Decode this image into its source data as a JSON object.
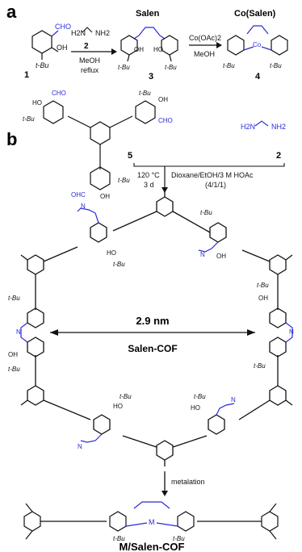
{
  "panels": {
    "a": "a",
    "b": "b"
  },
  "scheme_a": {
    "compound1_number": "1",
    "compound1_cho": "CHO",
    "compound1_oh": "OH",
    "compound1_tbu": "t-Bu",
    "diamine_h2n": "H2N",
    "diamine_nh2": "NH2",
    "reagent_number": "2",
    "solvent": "MeOH",
    "condition": "reflux",
    "salen_title": "Salen",
    "salen_number": "3",
    "salen_oh": "OH",
    "salen_ho": "HO",
    "salen_tbu_left": "t-Bu",
    "salen_tbu_right": "t-Bu",
    "metal_reagent": "Co(OAc)2",
    "metal_solvent": "MeOH",
    "cosalen_title": "Co(Salen)",
    "cosalen_number": "4",
    "cosalen_metal": "Co",
    "cosalen_tbu_left": "t-Bu",
    "cosalen_tbu_right": "t-Bu"
  },
  "scheme_b": {
    "monomer_number": "5",
    "monomer_cho_1": "CHO",
    "monomer_cho_2": "CHO",
    "monomer_cho_3": "OHC",
    "monomer_oh_1": "HO",
    "monomer_oh_2": "OH",
    "monomer_oh_3": "OH",
    "monomer_tbu_1": "t-Bu",
    "monomer_tbu_2": "t-Bu",
    "monomer_tbu_3": "t-Bu",
    "diamine_h2n": "H2N",
    "diamine_nh2": "NH2",
    "diamine_number": "2",
    "temperature": "120 °C",
    "time": "3 d",
    "solvent_system": "Dioxane/EtOH/3 M HOAc",
    "ratio": "(4/1/1)",
    "pore_size": "2.9 nm",
    "cof_name": "Salen-COF",
    "metalation": "metalation",
    "product_name": "M/Salen-COF",
    "product_metal": "M",
    "tbu": "t-Bu",
    "oh": "OH",
    "ho": "HO",
    "n": "N"
  },
  "colors": {
    "blue": "#2b2bd6",
    "black": "#111111"
  }
}
